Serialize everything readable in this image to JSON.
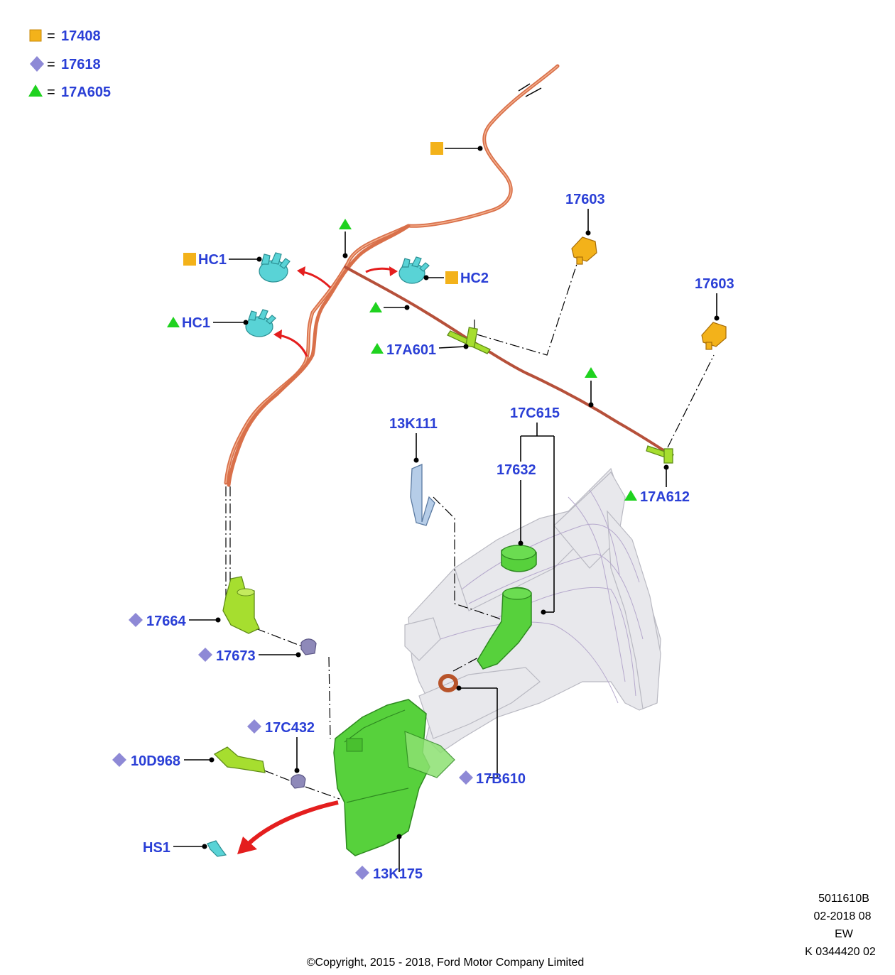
{
  "legend": [
    {
      "symbol": "orange-square",
      "equals": "=",
      "code": "17408"
    },
    {
      "symbol": "purple-diamond",
      "equals": "=",
      "code": "17618"
    },
    {
      "symbol": "green-triangle",
      "equals": "=",
      "code": "17A605"
    }
  ],
  "callouts": {
    "hc1_top": "HC1",
    "hc2": "HC2",
    "hc1_green": "HC1",
    "p17603_a": "17603",
    "p17603_b": "17603",
    "p17A601": "17A601",
    "p17A612": "17A612",
    "p13K111": "13K111",
    "p17C615": "17C615",
    "p17632": "17632",
    "p17664": "17664",
    "p17673": "17673",
    "p17C432": "17C432",
    "p10D968": "10D968",
    "p17B610": "17B610",
    "hs1": "HS1",
    "p13K175": "13K175"
  },
  "footer": {
    "ref": "5011610B",
    "date": "02-2018 08",
    "code": "EW",
    "number": "K 0344420 02",
    "copyright": "©Copyright, 2015 - 2018, Ford Motor Company Limited"
  },
  "colors": {
    "label_blue": "#2a3fd6",
    "marker_orange": "#f3b21a",
    "marker_purple": "#8e89b9",
    "marker_green": "#1fd21f",
    "arrow_red": "#e41e1e"
  }
}
